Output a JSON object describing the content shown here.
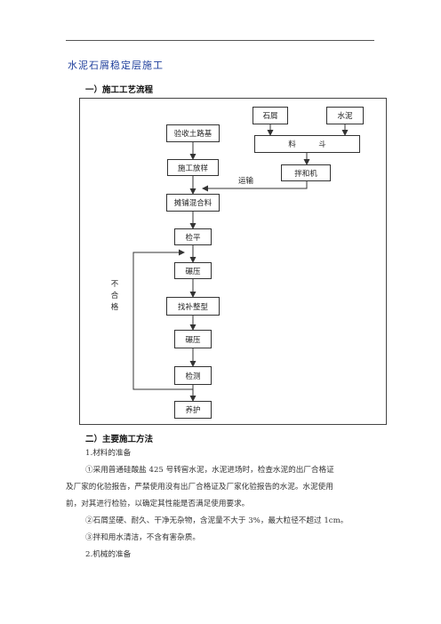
{
  "doc": {
    "title": "水泥石屑稳定层施工",
    "section1": "一）施工工艺流程",
    "section2": "二）主要施工方法"
  },
  "flow": {
    "shixie": "石屑",
    "shuini": "水泥",
    "liaodou": "料　　　斗",
    "banheji": "拌和机",
    "yunshu": "运输",
    "yanshou": "验收土路基",
    "fangyang": "施工放样",
    "tanpu": "摊铺混合料",
    "jianping": "检平",
    "nianya1": "碾压",
    "zhaobu": "找补整型",
    "nianya2": "碾压",
    "jiance": "检测",
    "yanghu": "养护",
    "buhege": [
      "不",
      "合",
      "格"
    ]
  },
  "body": {
    "h1": "1.材料的准备",
    "p1a": "①采用普通硅酸盐 425 号转窖水泥，水泥进场时，检查水泥的出厂合格证",
    "p1b": "及厂家的化验报告，严禁使用没有出厂合格证及厂家化验报告的水泥。水泥使用",
    "p1c": "前，对其进行检验，以确定其性能是否满足使用要求。",
    "p2": "②石屑坚硬、耐久、干净无杂物，含泥量不大于 3%，最大粒径不超过 1cm。",
    "p3": "③拌和用水清洁，不含有害杂质。",
    "h2": "2.机械的准备"
  }
}
